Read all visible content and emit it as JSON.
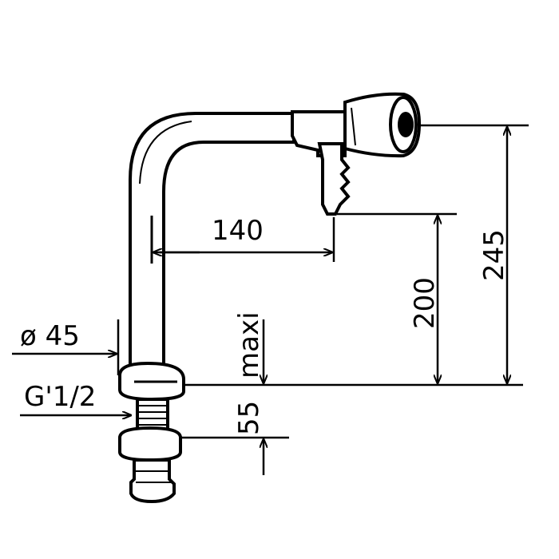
{
  "drawing": {
    "dimensions": {
      "reach": "140",
      "outlet_height": "200",
      "total_height": "245",
      "base_diameter": "ø 45",
      "thread": "G'1/2",
      "deck_thickness": "55",
      "deck_thickness_note": "maxi"
    },
    "colors": {
      "ink": "#000000",
      "background": "#ffffff"
    }
  }
}
